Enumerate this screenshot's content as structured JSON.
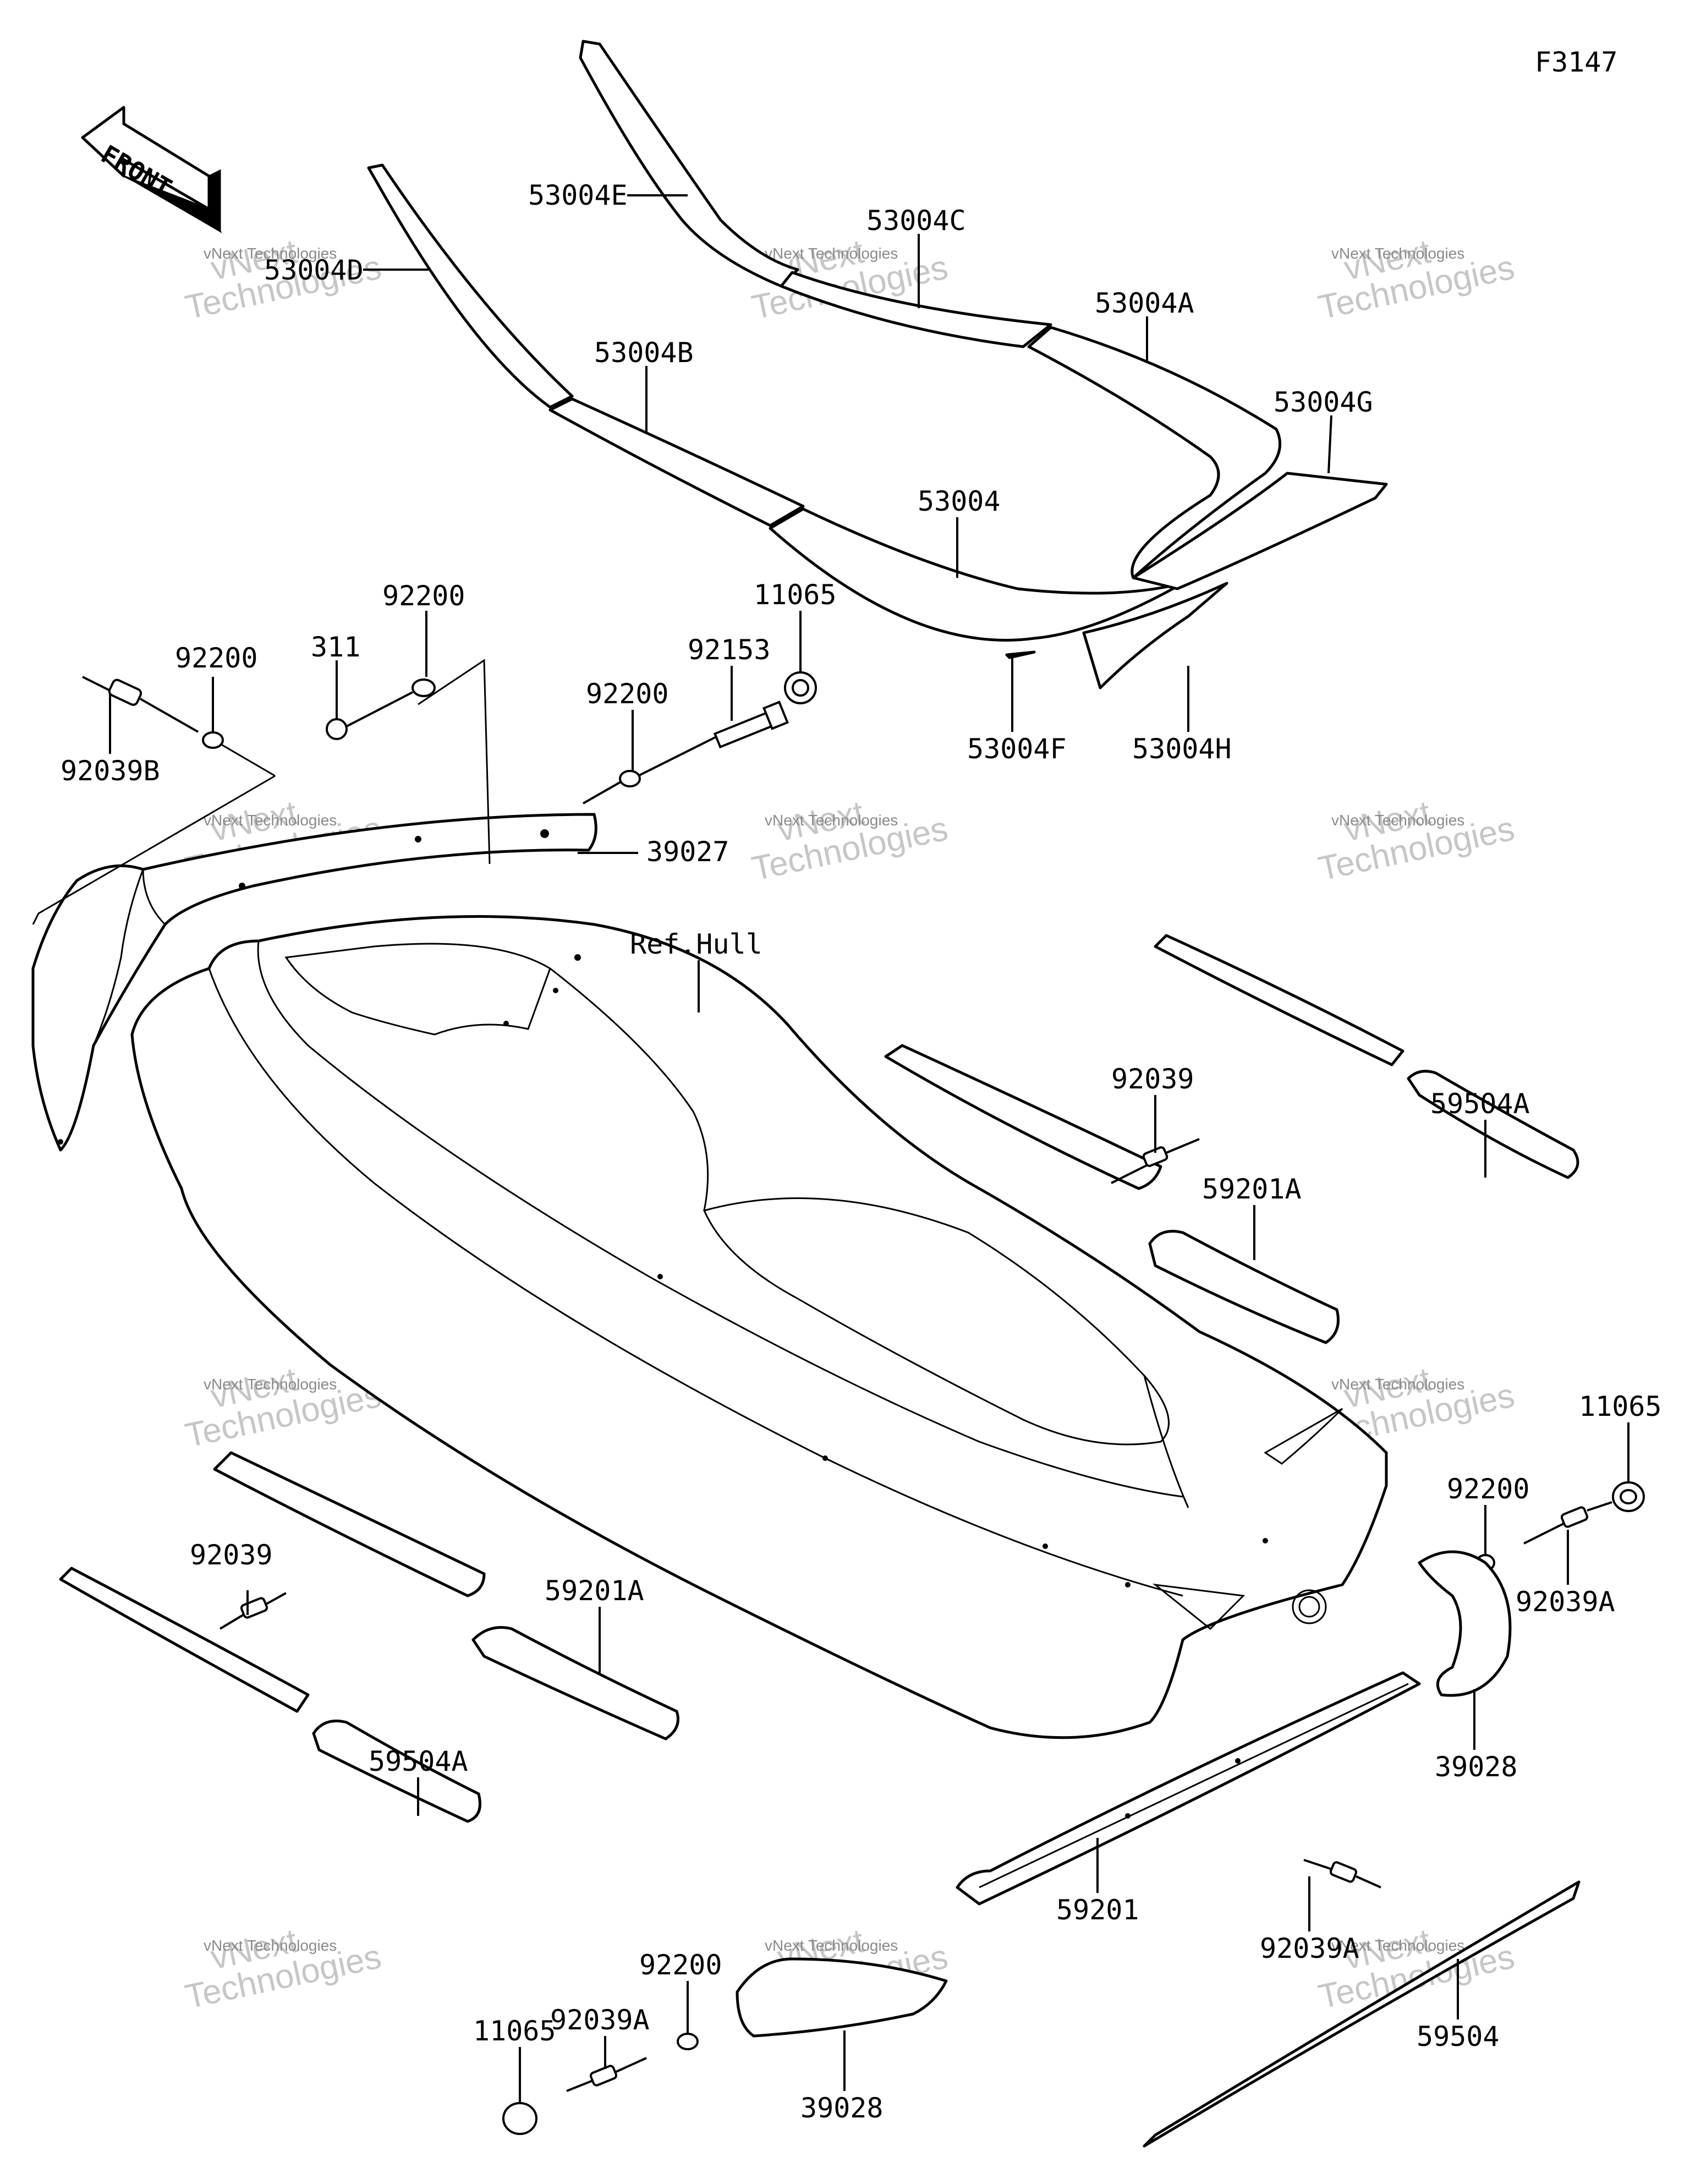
{
  "figure_code": "F3147",
  "front_arrow": {
    "label": "FRONT",
    "icon": "front-direction-arrow-icon"
  },
  "callouts": [
    {
      "id": "c-53004E",
      "label": "53004E"
    },
    {
      "id": "c-53004D",
      "label": "53004D"
    },
    {
      "id": "c-53004C",
      "label": "53004C"
    },
    {
      "id": "c-53004A",
      "label": "53004A"
    },
    {
      "id": "c-53004B",
      "label": "53004B"
    },
    {
      "id": "c-53004G",
      "label": "53004G"
    },
    {
      "id": "c-53004",
      "label": "53004"
    },
    {
      "id": "c-53004F",
      "label": "53004F"
    },
    {
      "id": "c-53004H",
      "label": "53004H"
    },
    {
      "id": "c-92200-a",
      "label": "92200"
    },
    {
      "id": "c-311",
      "label": "311"
    },
    {
      "id": "c-92200-b",
      "label": "92200"
    },
    {
      "id": "c-92039B",
      "label": "92039B"
    },
    {
      "id": "c-11065-a",
      "label": "11065"
    },
    {
      "id": "c-92153",
      "label": "92153"
    },
    {
      "id": "c-92200-c",
      "label": "92200"
    },
    {
      "id": "c-39027",
      "label": "39027"
    },
    {
      "id": "c-refhull",
      "label": "Ref.Hull"
    },
    {
      "id": "c-92039-a",
      "label": "92039"
    },
    {
      "id": "c-59504A-a",
      "label": "59504A"
    },
    {
      "id": "c-59201A-a",
      "label": "59201A"
    },
    {
      "id": "c-11065-b",
      "label": "11065"
    },
    {
      "id": "c-92200-d",
      "label": "92200"
    },
    {
      "id": "c-92039A-a",
      "label": "92039A"
    },
    {
      "id": "c-92039-b",
      "label": "92039"
    },
    {
      "id": "c-59201A-b",
      "label": "59201A"
    },
    {
      "id": "c-59504A-b",
      "label": "59504A"
    },
    {
      "id": "c-39028-a",
      "label": "39028"
    },
    {
      "id": "c-59201",
      "label": "59201"
    },
    {
      "id": "c-92039A-b",
      "label": "92039A"
    },
    {
      "id": "c-59504",
      "label": "59504"
    },
    {
      "id": "c-92200-e",
      "label": "92200"
    },
    {
      "id": "c-92039A-c",
      "label": "92039A"
    },
    {
      "id": "c-11065-c",
      "label": "11065"
    },
    {
      "id": "c-39028-b",
      "label": "39028"
    }
  ],
  "watermark": {
    "line1": "vNext Technologies",
    "line2": "vNext",
    "line3": "Technologies"
  }
}
